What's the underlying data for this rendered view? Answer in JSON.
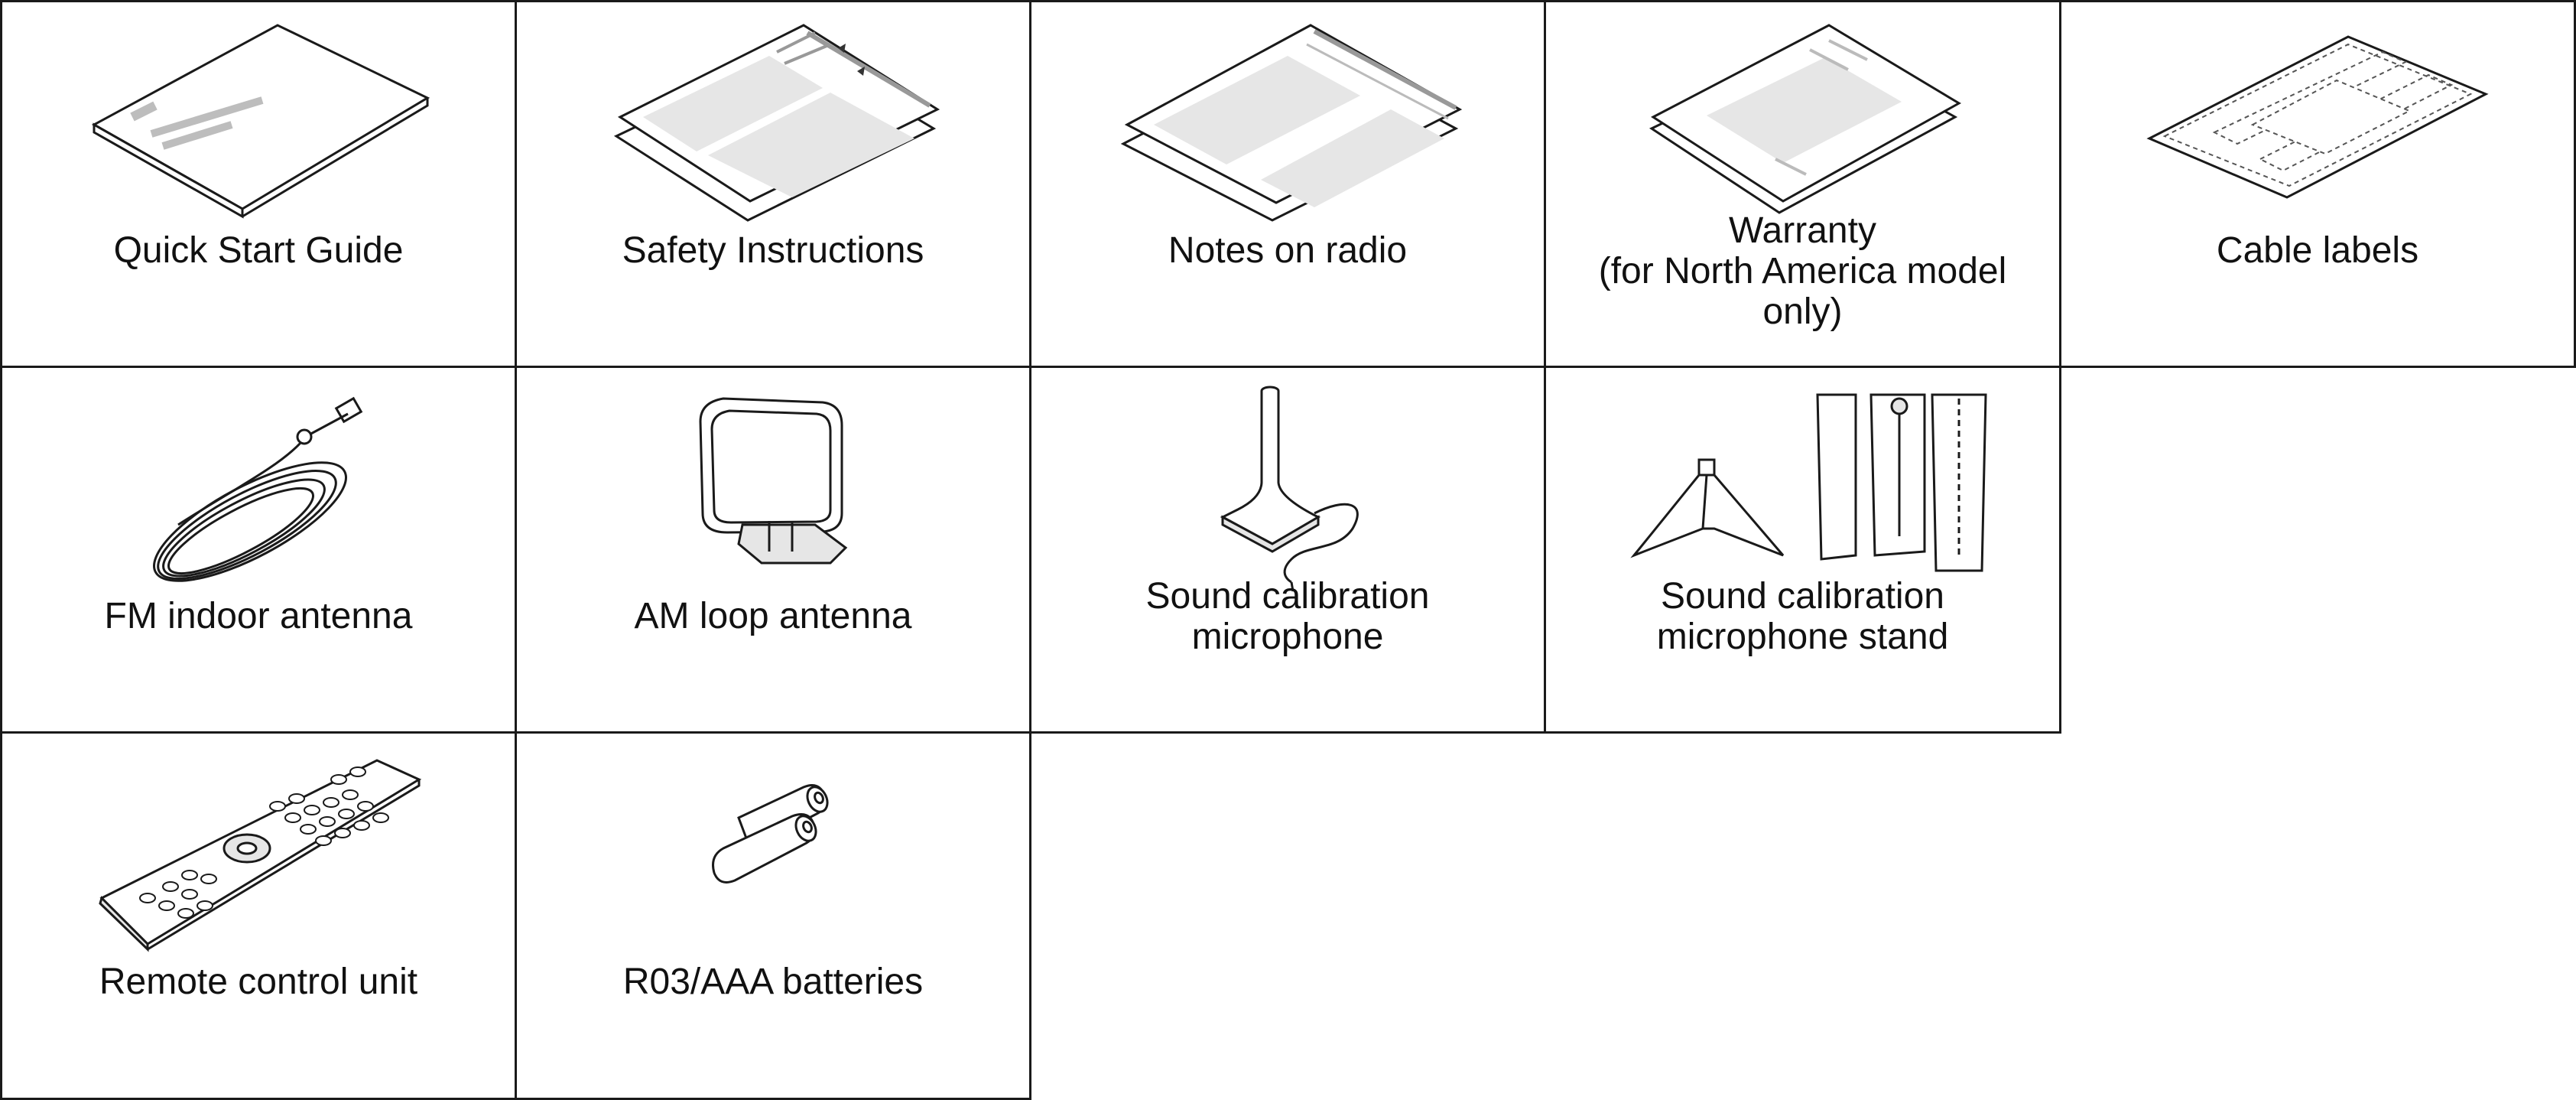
{
  "items": [
    {
      "label": "Quick Start Guide",
      "icon": "quick-start-guide-icon"
    },
    {
      "label": "Safety Instructions",
      "icon": "safety-instructions-icon"
    },
    {
      "label": "Notes on radio",
      "icon": "notes-on-radio-icon"
    },
    {
      "label_lines": [
        "Warranty",
        "(for North America model",
        "only)"
      ],
      "icon": "warranty-icon"
    },
    {
      "label": "Cable labels",
      "icon": "cable-labels-icon"
    },
    {
      "label": "FM indoor antenna",
      "icon": "fm-indoor-antenna-icon"
    },
    {
      "label": "AM loop antenna",
      "icon": "am-loop-antenna-icon"
    },
    {
      "label_lines": [
        "Sound calibration",
        "microphone"
      ],
      "icon": "sound-calibration-microphone-icon"
    },
    {
      "label_lines": [
        "Sound calibration",
        "microphone stand"
      ],
      "icon": "microphone-stand-icon"
    },
    {
      "label": "Remote control unit",
      "icon": "remote-control-unit-icon"
    },
    {
      "label": "R03/AAA batteries",
      "icon": "batteries-icon"
    }
  ],
  "colors": {
    "line": "#1a1a1a",
    "fill_light": "#e6e6e6",
    "fill_mid": "#bdbdbd",
    "background": "#ffffff"
  }
}
